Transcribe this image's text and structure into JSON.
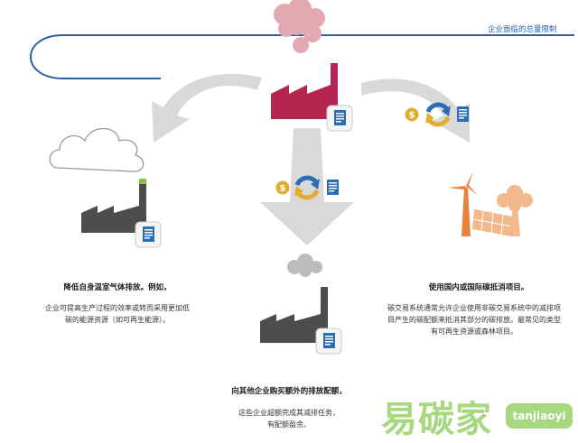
{
  "caption_total_limit": "企业面临的总量限制",
  "left_block": {
    "heading": "降低自身温室气体排放。例如，",
    "body_line1": "企业可提高生产过程的效率或转而采用更加低",
    "body_line2": "碳的能源资源（如可再生能源）。"
  },
  "right_block": {
    "heading": "使用国内或国际碳抵消项目。",
    "body_line1": "碳交易系统通常允许企业使用非碳交易系统中的减排项",
    "body_line2": "目产生的碳配额来抵消其部分的碳排放。最常见的类型",
    "body_line3": "有可再生资源或森林项目。"
  },
  "bottom_block": {
    "heading": "向其他企业购买额外的排放配额，",
    "body_line1": "这些企业超额完成其减排任务，",
    "body_line2": "有配额盈余。"
  },
  "watermark": {
    "cn": "易碳家",
    "en": "tanjiaoyi"
  },
  "colors": {
    "factory_main": "#b3264f",
    "factory_dark": "#4d4d4d",
    "arrow_gray": "#d9d9d9",
    "cloud_pink": "#e3a9b3",
    "smoke_gray": "#bcbcbc",
    "limit_line": "#2a5fa8",
    "coin_gold": "#e2ad2e",
    "cycle_blue": "#2a6db6",
    "wind_turbine": "#e8823a",
    "solar_tree": "#f2b98e",
    "watermark": "#a7d77e"
  }
}
